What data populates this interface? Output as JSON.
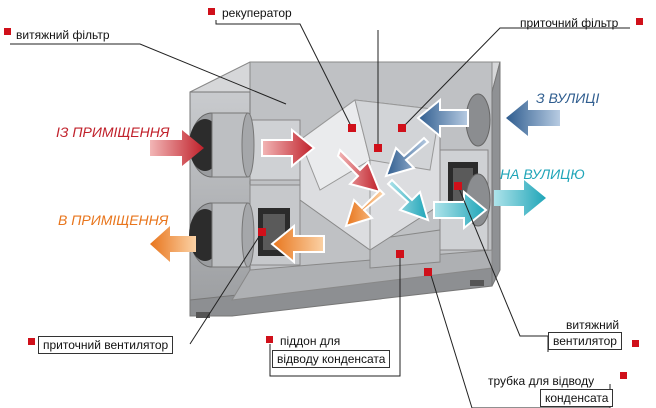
{
  "colors": {
    "marker": "#d0101a",
    "room_extract": "#c0202a",
    "room_supply": "#e8751c",
    "outdoor_in": "#2f5d8f",
    "outdoor_out": "#1fa5b8",
    "casing": "#a7a9ac"
  },
  "labels": {
    "recuperator": "рекуператор",
    "extract_filter": "витяжний фільтр",
    "supply_filter": "приточний фільтр",
    "supply_fan": "приточний вентилятор",
    "tray_line1": "піддон для",
    "tray_line2": "відводу конденсата",
    "extract_fan_line1": "витяжний",
    "extract_fan_line2": "вентилятор",
    "drain_line1": "трубка для відводу",
    "drain_line2": "конденсата"
  },
  "flows": {
    "from_room": "ІЗ ПРИМІЩЕННЯ",
    "to_room": "В ПРИМІЩЕННЯ",
    "from_street": "З ВУЛИЦІ",
    "to_street": "НА ВУЛИЦЮ"
  }
}
